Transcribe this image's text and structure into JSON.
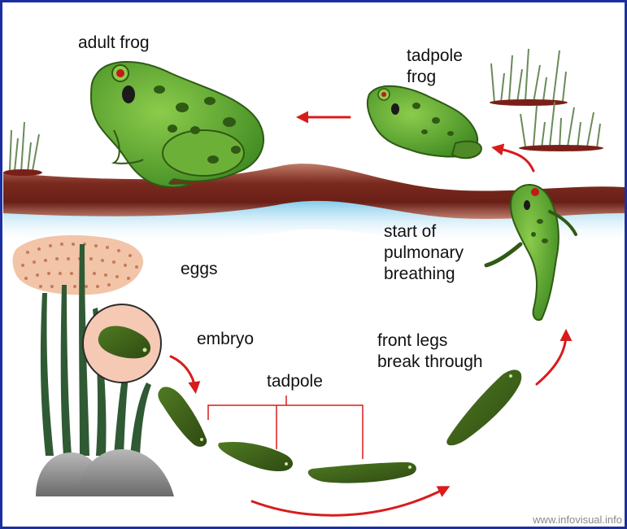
{
  "labels": {
    "adult_frog": "adult frog",
    "tadpole_frog_line1": "tadpole",
    "tadpole_frog_line2": "frog",
    "start_line1": "start of",
    "start_line2": "pulmonary",
    "start_line3": "breathing",
    "eggs": "eggs",
    "embryo": "embryo",
    "front_legs_line1": "front legs",
    "front_legs_line2": "break through",
    "tadpole": "tadpole"
  },
  "watermark": "www.infovisual.info",
  "colors": {
    "frame_border": "#1c2fa0",
    "soil": "#7a2a1f",
    "water": "#8fd3ee",
    "arrow": "#d81c1c",
    "frog_green": "#5aa332",
    "tadpole_dark": "#3a5e1a",
    "egg_mass": "#f2c4a8",
    "embryo_bubble": "#f6c9b4",
    "rock": "#8e8e8e"
  }
}
